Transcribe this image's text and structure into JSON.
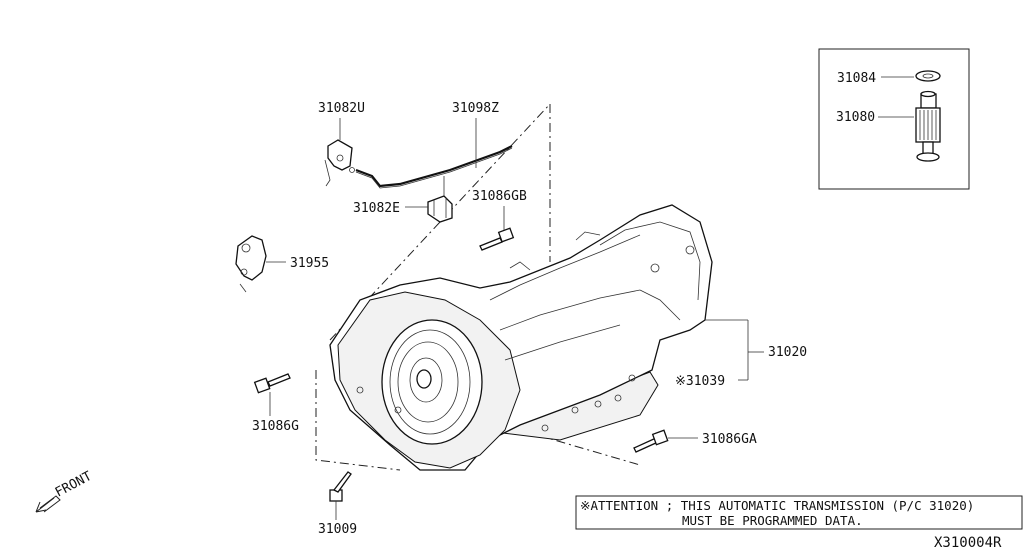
{
  "labels": {
    "p31082U": "31082U",
    "p31098Z": "31098Z",
    "p31082E": "31082E",
    "p31086GB": "31086GB",
    "p31955": "31955",
    "p31084": "31084",
    "p31080": "31080",
    "p31020": "31020",
    "p31039": "※31039",
    "p31086G": "31086G",
    "p31086GA": "31086GA",
    "p31009": "31009",
    "front": "FRONT"
  },
  "note": {
    "line1": "※ATTENTION ; THIS AUTOMATIC TRANSMISSION (P/C 31020)",
    "line2": "MUST BE PROGRAMMED DATA."
  },
  "figure_code": "X310004R",
  "icons": {
    "front_arrow": "arrow-down-left-icon"
  }
}
